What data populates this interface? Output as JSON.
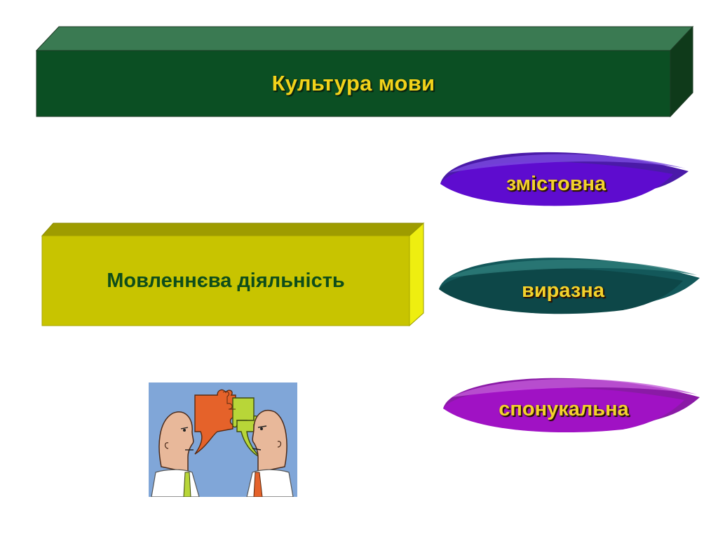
{
  "slide": {
    "title": "Культура мови",
    "activity": "Мовленнєва діяльність",
    "qualities": [
      {
        "label": "змістовна",
        "color": "#5a0fc4"
      },
      {
        "label": "виразна",
        "color": "#0f4a4a"
      },
      {
        "label": "спонукальна",
        "color": "#9b10b8"
      }
    ],
    "illustration": {
      "icon": "two-people-talking-puzzle-speech-bubbles-icon"
    }
  },
  "colors": {
    "title_bar": "#0b4f23",
    "title_text": "#f2d21a",
    "activity_box": "#c8c400",
    "activity_text": "#0e4d1a"
  }
}
